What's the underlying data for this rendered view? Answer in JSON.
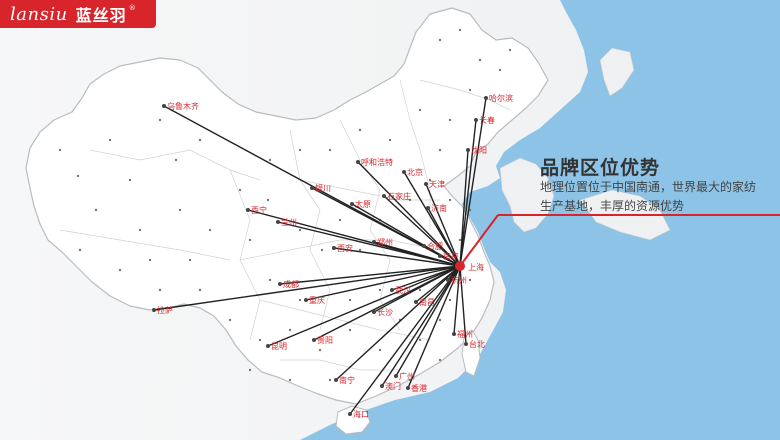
{
  "brand": {
    "logo_en": "lansiu",
    "logo_cn": "蓝丝羽",
    "trademark": "®",
    "accent_color": "#d7252b"
  },
  "headline": "品牌区位优势",
  "subtitle_lines": [
    "地理位置位于中国南通，世界最大的家纺",
    "生产基地，丰厚的资源优势"
  ],
  "hub": {
    "name": "上海"
  },
  "cities": [
    {
      "name": "乌鲁木齐"
    },
    {
      "name": "拉萨"
    },
    {
      "name": "西宁"
    },
    {
      "name": "兰州"
    },
    {
      "name": "银川"
    },
    {
      "name": "呼和浩特"
    },
    {
      "name": "北京"
    },
    {
      "name": "天津"
    },
    {
      "name": "石家庄"
    },
    {
      "name": "太原"
    },
    {
      "name": "济南"
    },
    {
      "name": "郑州"
    },
    {
      "name": "西安"
    },
    {
      "name": "合肥"
    },
    {
      "name": "南京"
    },
    {
      "name": "武汉"
    },
    {
      "name": "成都"
    },
    {
      "name": "重庆"
    },
    {
      "name": "长沙"
    },
    {
      "name": "南昌"
    },
    {
      "name": "杭州"
    },
    {
      "name": "贵阳"
    },
    {
      "name": "昆明"
    },
    {
      "name": "福州"
    },
    {
      "name": "台北"
    },
    {
      "name": "南宁"
    },
    {
      "name": "广州"
    },
    {
      "name": "澳门"
    },
    {
      "name": "香港"
    },
    {
      "name": "海口"
    },
    {
      "name": "沈阳"
    },
    {
      "name": "长春"
    },
    {
      "name": "哈尔滨"
    }
  ],
  "colors": {
    "sea": "#8cc3e6",
    "land": "#ffffff",
    "border": "#b9bcbf",
    "routes": "#222222"
  }
}
